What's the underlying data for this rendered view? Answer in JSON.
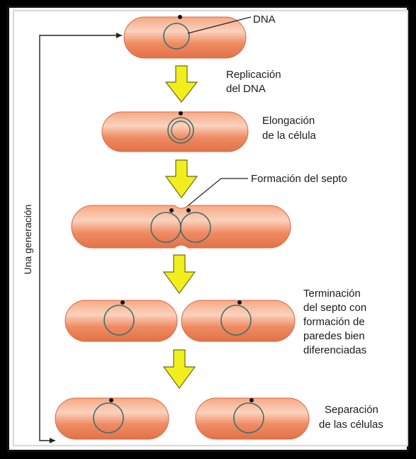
{
  "diagram": {
    "labels": {
      "dna": "DNA",
      "replication_line1": "Replicación",
      "replication_line2": "del DNA",
      "elongation_line1": "Elongación",
      "elongation_line2": "de la célula",
      "septum": "Formación del septo",
      "termination_line1": "Terminación",
      "termination_line2": "del septo con",
      "termination_line3": "formación de",
      "termination_line4": "paredes bien",
      "termination_line5": "diferenciadas",
      "separation_line1": "Separación",
      "separation_line2": "de las células",
      "generation": "Una generación"
    },
    "colors": {
      "cell_fill": "#f08a62",
      "cell_highlight": "#fbd2bd",
      "cell_edge": "#d9693f",
      "dna_ring": "#3b6f6e",
      "arrow_fill": "#f2ee1e",
      "arrow_edge": "#6d6a16",
      "line": "#222222"
    }
  }
}
